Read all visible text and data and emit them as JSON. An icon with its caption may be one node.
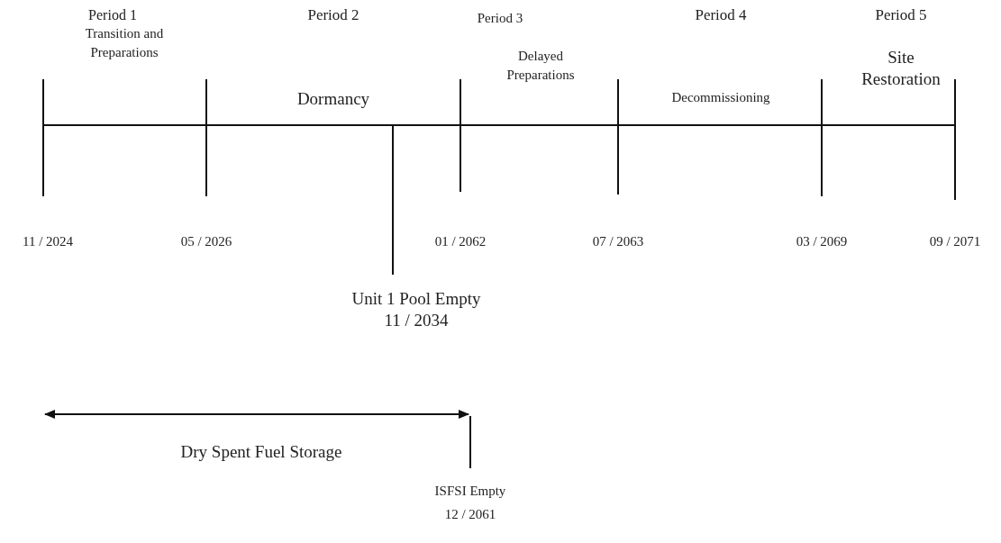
{
  "diagram": {
    "labels": [
      "Period 1",
      "Transition and Preparations",
      "Period 2",
      "Dormancy",
      "Period 3",
      "Delayed Preparations",
      "Period 4",
      "Decommissioning",
      "Period 5",
      "Site Restoration",
      "11 / 2024",
      "05 / 2026",
      "01 / 2062",
      "07 / 2063",
      "03 / 2069",
      "09 / 2071",
      "Unit 1 Pool Empty",
      "11 / 2034",
      "Dry Spent Fuel Storage",
      "ISFSI Empty",
      "12 / 2061"
    ]
  }
}
